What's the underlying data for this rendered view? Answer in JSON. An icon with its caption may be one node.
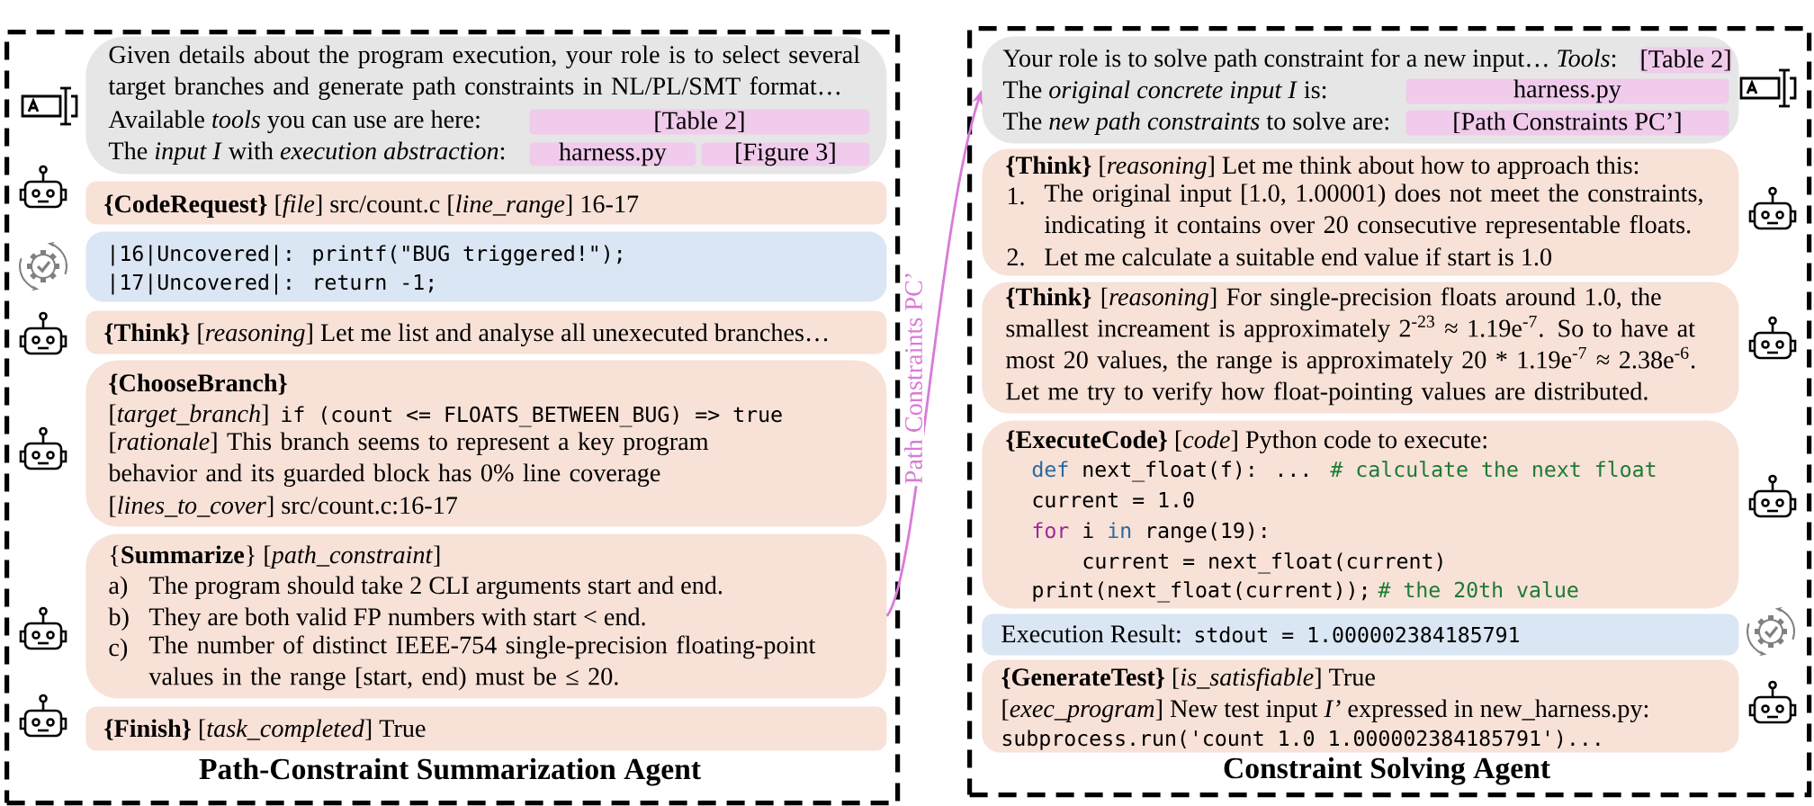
{
  "diagram": {
    "nodes": [
      {
        "text": [
          "Path-Constraint Summarization Agent"
        ]
      },
      {
        "text": [
          "Given details about the program execution, your role is to select several target branches and generate path constraints in NL/PL/SMT format…",
          "Available *tools* you can use are here:",
          "The *input I* with *execution abstraction*:"
        ],
        "in": 0
      },
      {
        "text": [
          "[Table 2]"
        ],
        "in": 1
      },
      {
        "text": [
          "harness.py"
        ],
        "in": 1
      },
      {
        "text": [
          "[Figure 3]"
        ],
        "in": 1
      },
      {
        "text": [
          "**{CodeRequest}** [*file*] src/count.c [*line_range*] 16-17"
        ],
        "in": 0
      },
      {
        "text": [
          "|16|Uncovered|:  printf(\"BUG triggered!\");",
          "|17|Uncovered|:  return -1;"
        ],
        "in": 0
      },
      {
        "text": [
          "**{Think}** [*reasoning*] Let me list and analyse all unexecuted branches…"
        ],
        "in": 0
      },
      {
        "text": [
          "**{ChooseBranch}**",
          "[*target_branch*]",
          "if (count <= FLOATS_BETWEEN_BUG) => true",
          "[*rationale*] This branch seems to represent a key program behavior and its guarded block has 0% line coverage",
          "[*lines_to_cover*] src/count.c:16-17"
        ],
        "in": 0
      },
      {
        "text": [
          "{**Summarize**} [*path_constraint*]",
          "a)",
          "The program should take 2 CLI arguments start and end.",
          "b)",
          "They are both valid FP numbers with start < end.",
          "c)",
          "The number of distinct IEEE-754 single-precision floating-point values in the range [start, end) must be ≤ 20."
        ],
        "in": 0
      },
      {
        "text": [
          "**{Finish}** [*task_completed*] True"
        ],
        "in": 0
      },
      {
        "text": [
          "Constraint Solving Agent"
        ]
      },
      {
        "text": [
          "Your role is to solve path constraint for a new input… *Tools*:",
          "The *original concrete input I* is:",
          "The *new path constraints* to solve are:"
        ],
        "in": 11
      },
      {
        "text": [
          "[Table 2]"
        ],
        "in": 12
      },
      {
        "text": [
          "harness.py"
        ],
        "in": 12
      },
      {
        "text": [
          "[Path Constraints PC’]"
        ],
        "in": 12
      },
      {
        "text": [
          "**{Think}** [*reasoning*] Let me think about how to approach this:",
          "1.",
          "The original input [1.0, 1.00001) does not meet the constraints, indicating it contains over 20 consecutive representable floats.",
          "2.",
          "Let me calculate a suitable end value if start is 1.0"
        ],
        "in": 11
      },
      {
        "text": [
          "**{Think}** [*reasoning*] For single-precision floats around 1.0, the smallest increament is approximately 2$^{-23}$ ≈ 1.19e$^{-7}$. So to have at most 20 values, the range is approximately 20 * 1.19e$^{-7}$ ≈ 2.38e$^{-6}$. Let me try to verify how float-pointing values are distributed."
        ],
        "in": 11
      },
      {
        "text": [
          "**{ExecuteCode}** [*code*] Python code to execute:",
          "def",
          "next_float(f): ...",
          "# calculate the next float",
          "current = 1.0",
          "for",
          "i",
          "in",
          "range(19):",
          "current = next_float(current)",
          "print(next_float(current));",
          "# the 20th value"
        ],
        "in": 11
      },
      {
        "text": [
          "Execution Result:",
          "stdout = 1.000002384185791"
        ],
        "in": 11
      },
      {
        "text": [
          "**{GenerateTest}** [*is_satisfiable*] True",
          "[*exec_program*] New test input *I’* expressed in  new_harness.py:",
          "subprocess.run('count 1.0 1.000002384185791')..."
        ],
        "in": 11
      }
    ],
    "edges": [
      {
        "from": 9,
        "to": 12,
        "arrow": "to",
        "label": "Path Constraints PC’",
        "color": "#d97ad8"
      }
    ]
  }
}
